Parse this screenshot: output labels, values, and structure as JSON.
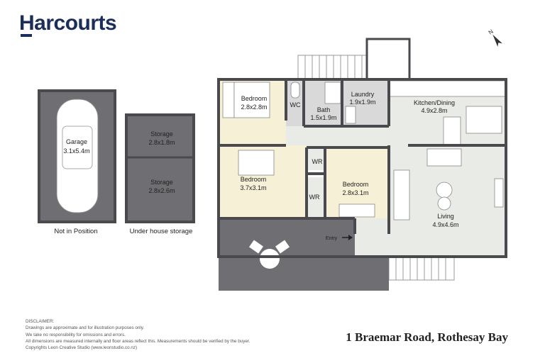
{
  "brand": {
    "name": "Harcourts",
    "color": "#1b2d5a"
  },
  "address": "1 Braemar Road, Rothesay Bay",
  "compass": {
    "icon": "north-arrow-icon",
    "label": "N"
  },
  "outbuildings": {
    "garage": {
      "name": "Garage",
      "size": "3.1x5.4m",
      "caption": "Not in Position"
    },
    "storage_top": {
      "name": "Storage",
      "size": "2.8x1.8m"
    },
    "storage_bottom": {
      "name": "Storage",
      "size": "2.8x2.6m"
    },
    "storage_caption": "Under house storage"
  },
  "rooms": [
    {
      "name": "Bedroom",
      "size": "2.8x2.8m"
    },
    {
      "name": "WC",
      "size": ""
    },
    {
      "name": "Bath",
      "size": "1.5x1.9m"
    },
    {
      "name": "Laundry",
      "size": "1.9x1.9m"
    },
    {
      "name": "Kitchen/Dining",
      "size": "4.9x2.8m"
    },
    {
      "name": "Bedroom",
      "size": "3.7x3.1m"
    },
    {
      "name": "WR",
      "size": ""
    },
    {
      "name": "WR",
      "size": ""
    },
    {
      "name": "Bedroom",
      "size": "2.8x3.1m"
    },
    {
      "name": "Living",
      "size": "4.9x4.6m"
    }
  ],
  "entry_label": "Entry",
  "colors": {
    "wall": "#4a4a4e",
    "bedroom": "#f5f0d6",
    "wet": "#d9d9d9",
    "living": "#e9ebe6",
    "deck": "#6f6f73"
  },
  "disclaimer": {
    "title": "DISCLAIMER:",
    "lines": [
      "Drawings are approximate and for illustration purposes only.",
      "We take no responsibility for omissions and errors.",
      "All dimensions are measured internally and floor areas reflect this. Measurements should be verified by the buyer.",
      "Copyrights Leon Creative Studio (www.leonstudio.co.nz)"
    ]
  }
}
